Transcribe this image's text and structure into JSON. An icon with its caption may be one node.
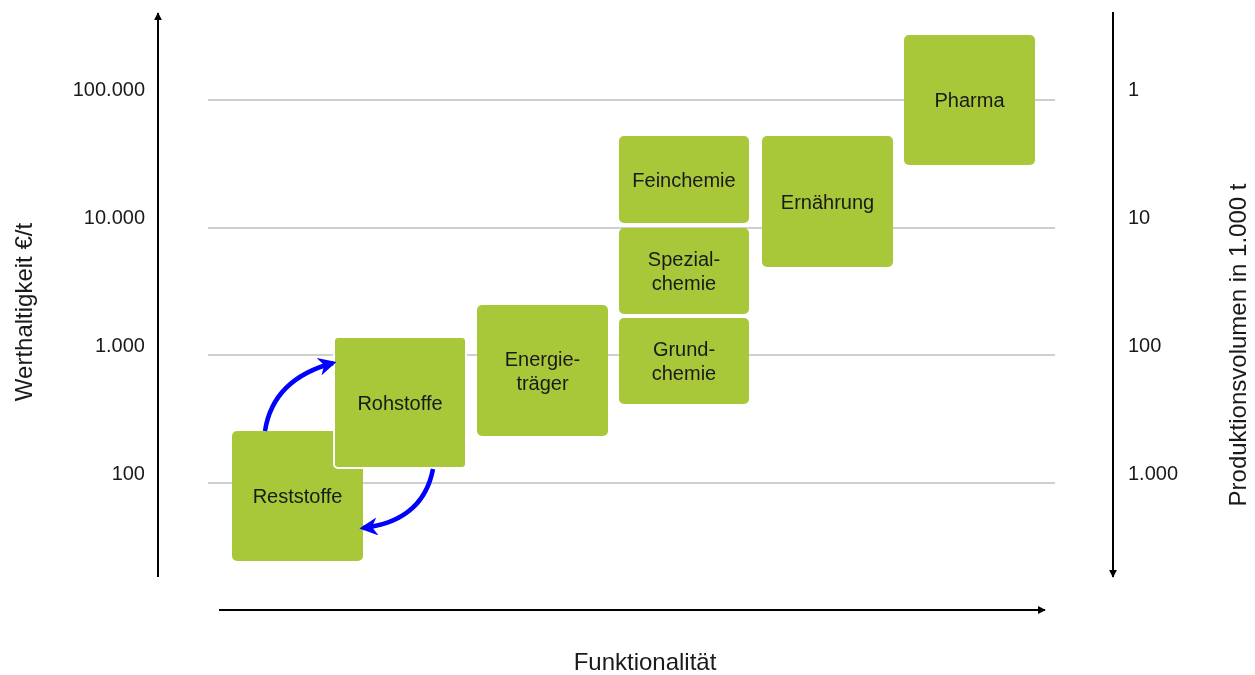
{
  "diagram": {
    "nodes": [
      {
        "text": [
          "Reststoffe"
        ]
      },
      {
        "text": [
          "Rohstoffe"
        ]
      },
      {
        "text": [
          "Energie- träger"
        ]
      },
      {
        "text": [
          "Feinchemie"
        ]
      },
      {
        "text": [
          "Spezial- chemie"
        ]
      },
      {
        "text": [
          "Grund- chemie"
        ]
      },
      {
        "text": [
          "Ernährung"
        ]
      },
      {
        "text": [
          "Pharma"
        ]
      }
    ],
    "edges": [
      {
        "from": 0,
        "to": 1,
        "arrow": "to"
      },
      {
        "from": 1,
        "to": 0,
        "arrow": "to"
      }
    ],
    "labels": [
      "100.000",
      "1",
      "10.000",
      "10",
      "1.000",
      "100",
      "100",
      "1.000",
      "Werthaltigkeit €/t",
      "Produktionsvolumen in 1.000 t",
      "Funktionalität"
    ]
  }
}
